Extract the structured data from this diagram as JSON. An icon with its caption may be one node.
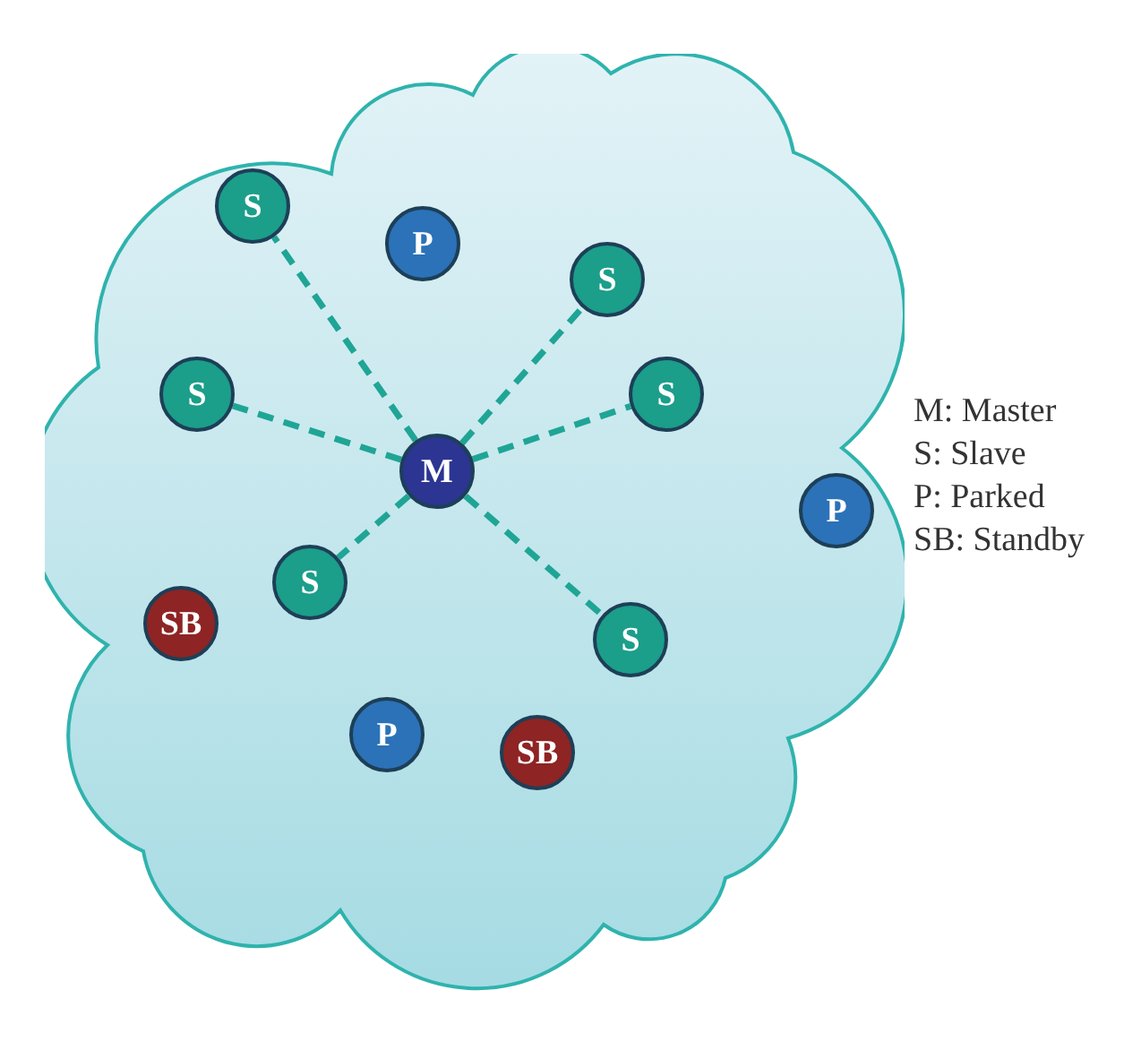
{
  "diagram": {
    "nodes": [
      {
        "text": [],
        "shape": "cloud"
      },
      {
        "text": [
          "S"
        ],
        "in": 0
      },
      {
        "text": [
          "P"
        ],
        "in": 0
      },
      {
        "text": [
          "S"
        ],
        "in": 0
      },
      {
        "text": [
          "S"
        ],
        "in": 0
      },
      {
        "text": [
          "M"
        ],
        "in": 0
      },
      {
        "text": [
          "S"
        ],
        "in": 0
      },
      {
        "text": [
          "P"
        ],
        "in": 0
      },
      {
        "text": [
          "S"
        ],
        "in": 0
      },
      {
        "text": [
          "SB"
        ],
        "in": 0
      },
      {
        "text": [
          "S"
        ],
        "in": 0
      },
      {
        "text": [
          "P"
        ],
        "in": 0
      },
      {
        "text": [
          "SB"
        ],
        "in": 0
      }
    ],
    "edges": [
      {
        "from": 5,
        "to": 1,
        "arrow": "none",
        "style": "dashed"
      },
      {
        "from": 5,
        "to": 3,
        "arrow": "none",
        "style": "dashed"
      },
      {
        "from": 5,
        "to": 4,
        "arrow": "none",
        "style": "dashed"
      },
      {
        "from": 5,
        "to": 6,
        "arrow": "none",
        "style": "dashed"
      },
      {
        "from": 5,
        "to": 8,
        "arrow": "none",
        "style": "dashed"
      },
      {
        "from": 5,
        "to": 10,
        "arrow": "none",
        "style": "dashed"
      }
    ],
    "labels": [
      "M: Master",
      "S: Slave",
      "P: Parked",
      "SB: Standby"
    ]
  }
}
